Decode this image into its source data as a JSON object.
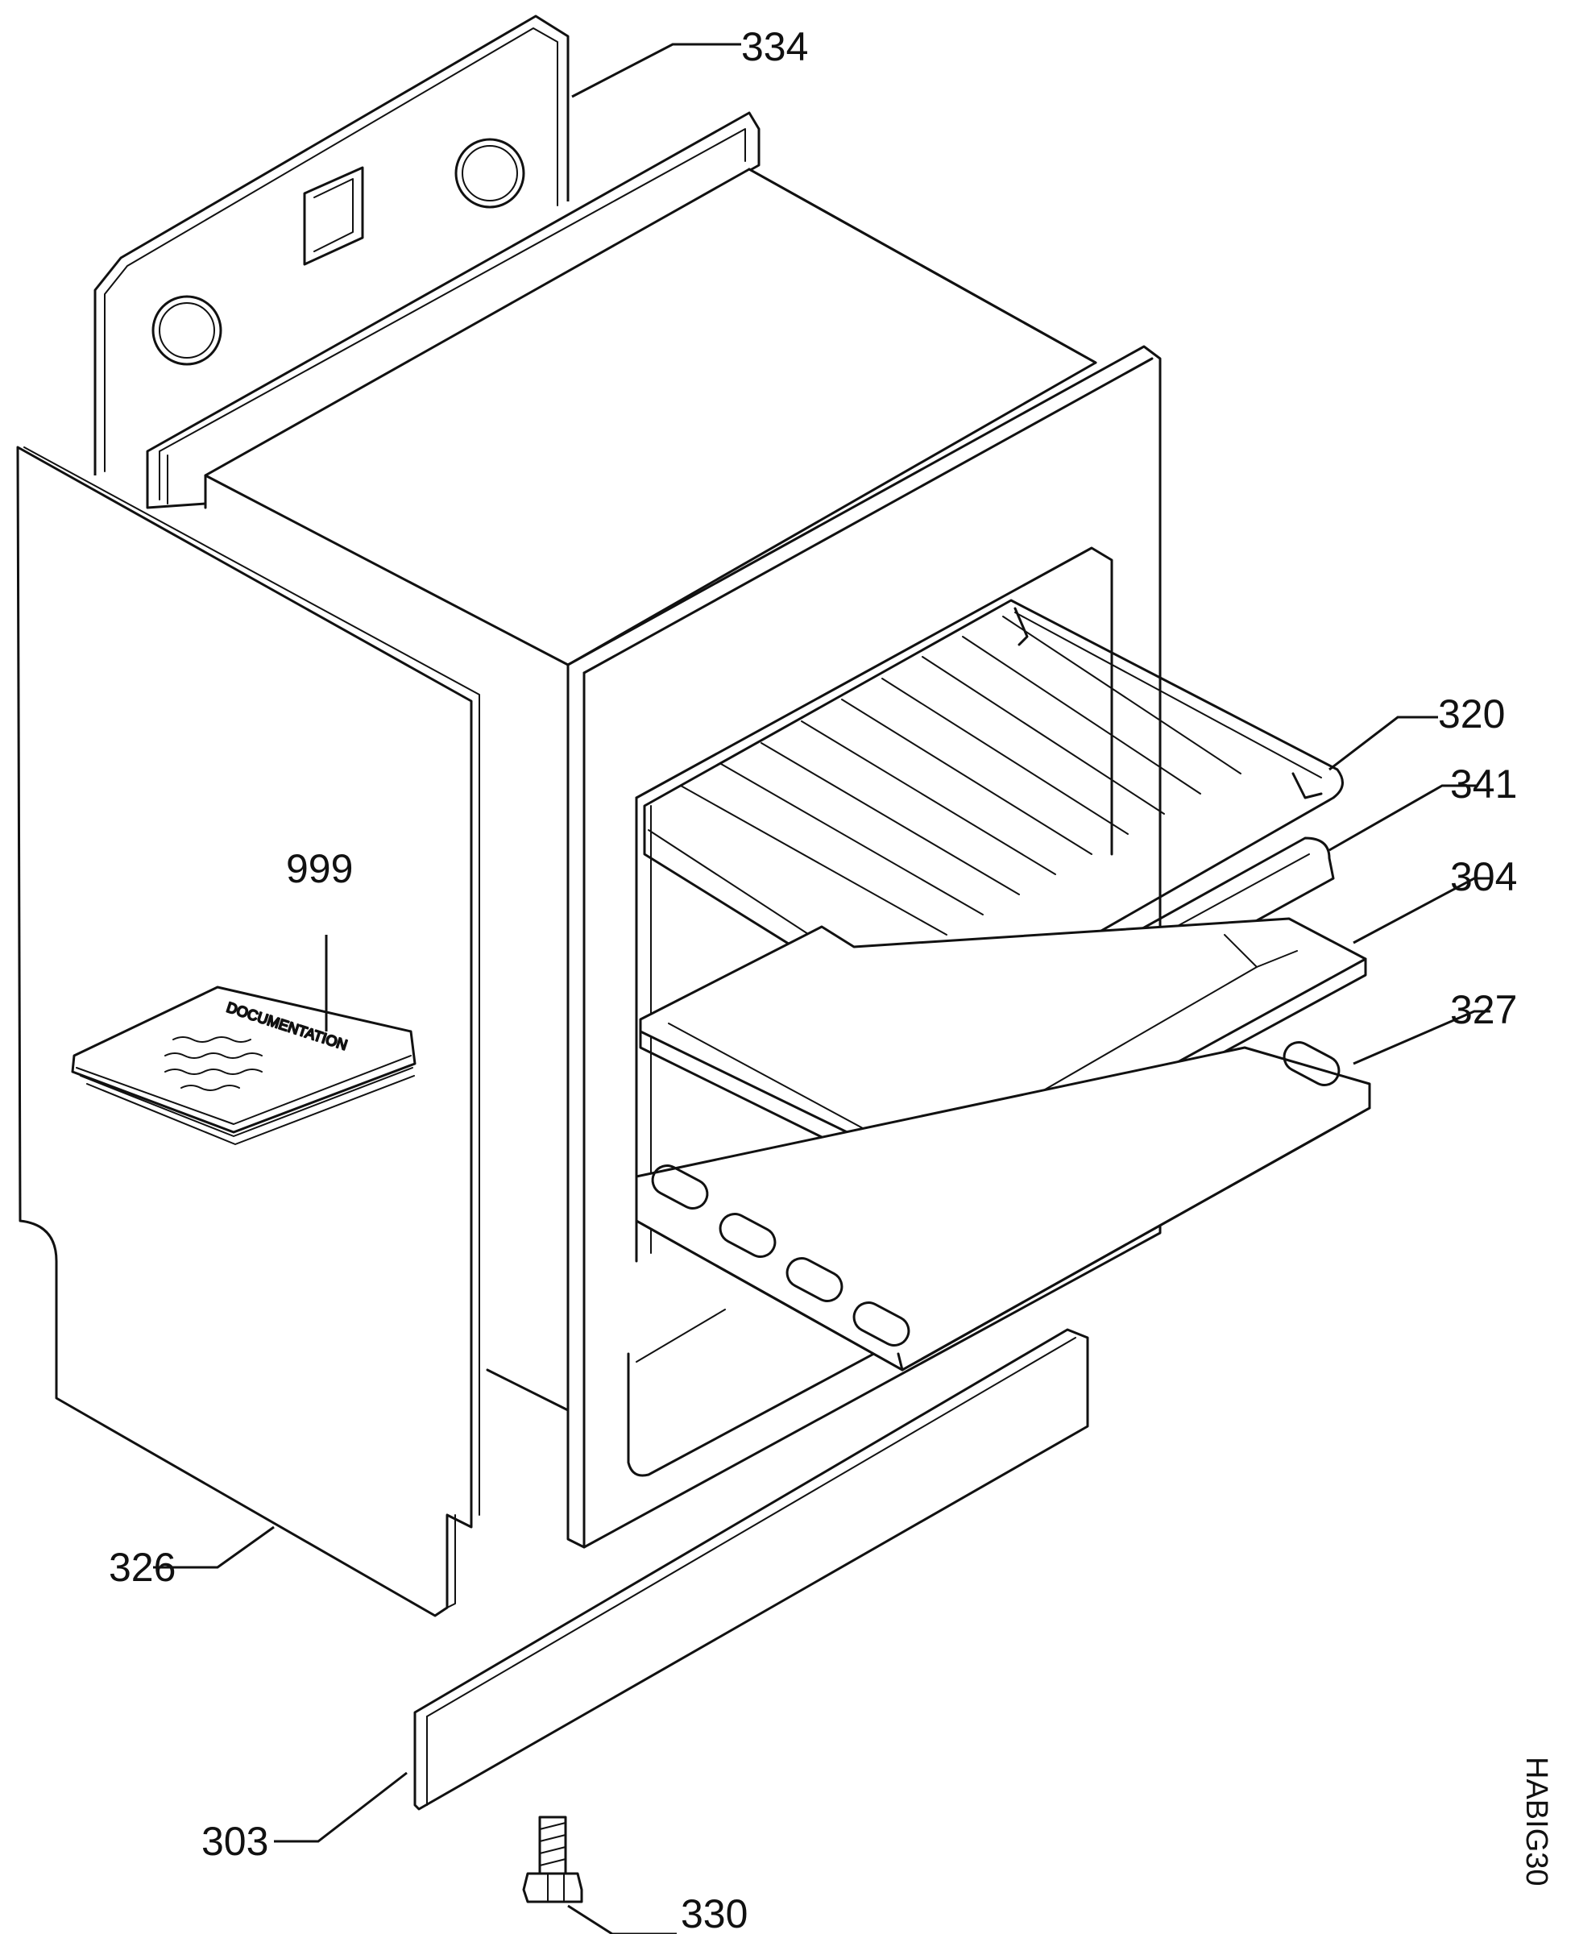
{
  "parts": [
    {
      "id": "p334",
      "label": "334"
    },
    {
      "id": "p320",
      "label": "320"
    },
    {
      "id": "p341",
      "label": "341"
    },
    {
      "id": "p304",
      "label": "304"
    },
    {
      "id": "p327",
      "label": "327"
    },
    {
      "id": "p999",
      "label": "999"
    },
    {
      "id": "p326",
      "label": "326"
    },
    {
      "id": "p303",
      "label": "303"
    },
    {
      "id": "p330",
      "label": "330"
    }
  ],
  "drawing_code": "HABIG30",
  "manual_cover_text": "DOCUMENTATION"
}
